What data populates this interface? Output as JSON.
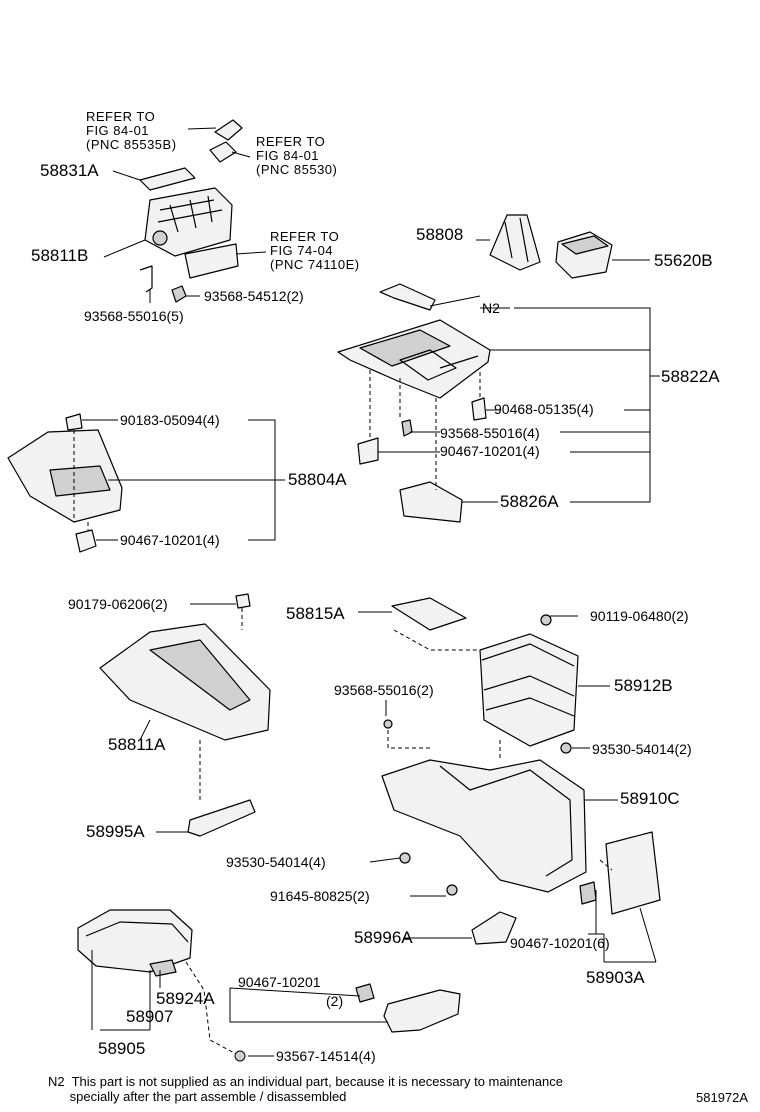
{
  "refs": {
    "r1": "REFER TO\nFIG 84-01\n(PNC 85535B)",
    "r2": "REFER TO\nFIG 84-01\n(PNC 85530)",
    "r3": "REFER TO\nFIG 74-04\n(PNC 74110E)"
  },
  "labels": {
    "p58831A": "58831A",
    "p58811B": "58811B",
    "p93568_54512": "93568-54512(2)",
    "p93568_55016_5": "93568-55016(5)",
    "p58808": "58808",
    "p55620B": "55620B",
    "pN2": "N2",
    "p58822A": "58822A",
    "p90468_05135": "90468-05135(4)",
    "p93568_55016_4": "93568-55016(4)",
    "p90467_10201_4a": "90467-10201(4)",
    "p58826A": "58826A",
    "p90183_05094": "90183-05094(4)",
    "p58804A": "58804A",
    "p90467_10201_4b": "90467-10201(4)",
    "p90179_06206": "90179-06206(2)",
    "p58815A": "58815A",
    "p90119_06480": "90119-06480(2)",
    "p93568_55016_2": "93568-55016(2)",
    "p58912B": "58912B",
    "p58811A": "58811A",
    "p93530_54014_2": "93530-54014(2)",
    "p58910C": "58910C",
    "p58995A": "58995A",
    "p93530_54014_4": "93530-54014(4)",
    "p91645_80825": "91645-80825(2)",
    "p58996A": "58996A",
    "p90467_10201_6": "90467-10201(6)",
    "p58903A": "58903A",
    "p90467_10201": "90467-10201",
    "p2": "(2)",
    "p58924A": "58924A",
    "p58907": "58907",
    "p58905": "58905",
    "p93567_14514": "93567-14514(4)"
  },
  "footnote": "N2  This part is not supplied as an individual part, because it is necessary to maintenance\n      specially after the part assemble / disassembled",
  "figure_id": "581972A",
  "colors": {
    "line": "#000000",
    "part_fill": "#f2f2f2",
    "shade": "#d0d0d0"
  }
}
